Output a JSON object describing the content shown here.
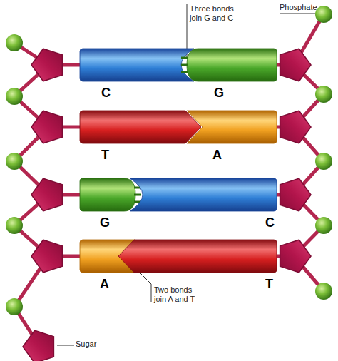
{
  "diagram": {
    "nodes": [
      {
        "text": [
          "C"
        ]
      },
      {
        "text": [
          "G"
        ]
      },
      {
        "text": [
          "T"
        ]
      },
      {
        "text": [
          "A"
        ]
      },
      {
        "text": [
          "G"
        ]
      },
      {
        "text": [
          "C"
        ]
      },
      {
        "text": [
          "A"
        ]
      },
      {
        "text": [
          "T"
        ]
      }
    ],
    "labels": [
      "Three bonds join G and C",
      "Phosphate",
      "Two bonds join A and T",
      "Sugar"
    ]
  }
}
